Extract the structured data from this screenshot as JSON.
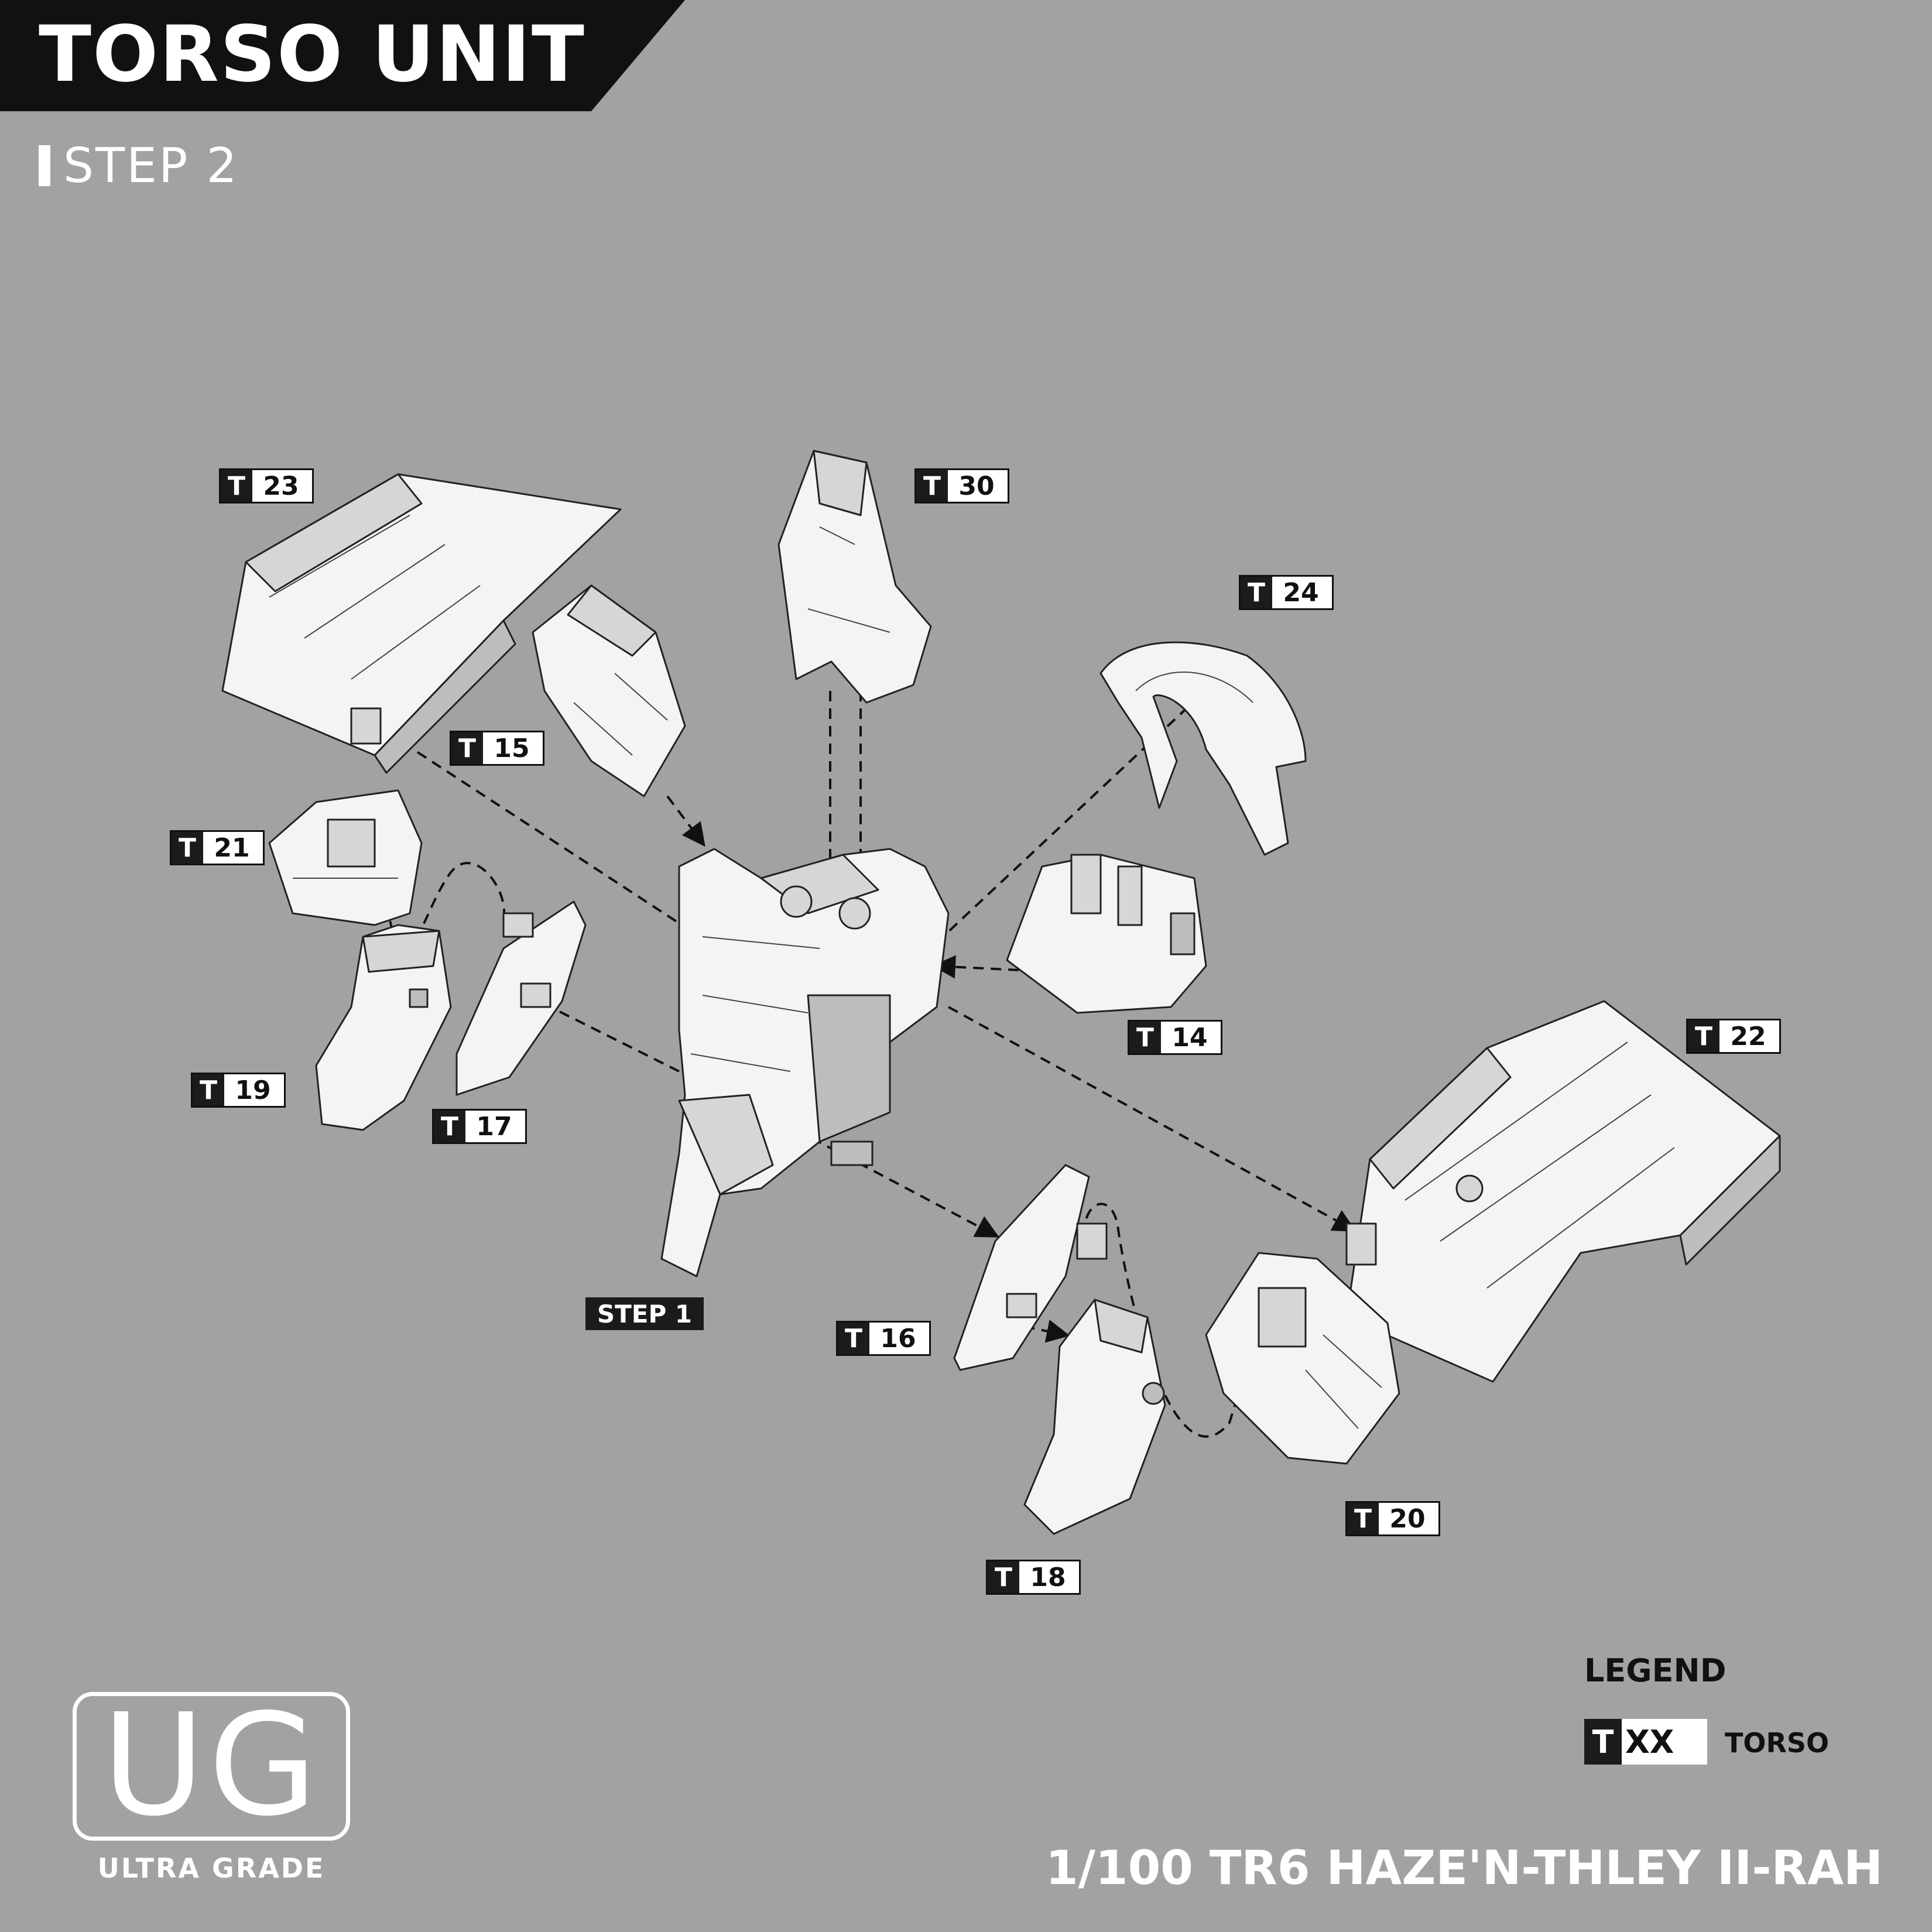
{
  "header": {
    "title": "TORSO UNIT",
    "step": "STEP 2"
  },
  "part_labels": [
    {
      "prefix": "T",
      "number": "23"
    },
    {
      "prefix": "T",
      "number": "30"
    },
    {
      "prefix": "T",
      "number": "24"
    },
    {
      "prefix": "T",
      "number": "15"
    },
    {
      "prefix": "T",
      "number": "21"
    },
    {
      "prefix": "T",
      "number": "14"
    },
    {
      "prefix": "T",
      "number": "22"
    },
    {
      "prefix": "T",
      "number": "19"
    },
    {
      "prefix": "T",
      "number": "17"
    },
    {
      "prefix": "T",
      "number": "16"
    },
    {
      "prefix": "T",
      "number": "20"
    },
    {
      "prefix": "T",
      "number": "18"
    }
  ],
  "step1_label": "STEP 1",
  "legend": {
    "title": "LEGEND",
    "key_prefix": "T",
    "key_code": "XX",
    "key_description": "TORSO"
  },
  "logo": {
    "mark": "UG",
    "subtitle": "ULTRA GRADE"
  },
  "model_name": "1/100 TR6 HAZE'N-THLEY II-RAH",
  "colors": {
    "background": "#a2a2a2",
    "banner": "#111111",
    "label_prefix": "#1b1b1b",
    "text_light": "#ffffff"
  }
}
